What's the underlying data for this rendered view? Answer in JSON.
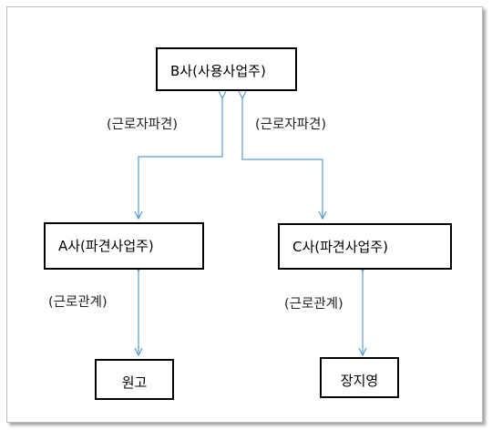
{
  "nodes": {
    "b_company": "B사(사용사업주)",
    "a_company": "A사(파견사업주)",
    "c_company": "C사(파견사업주)",
    "plaintiff": "원고",
    "jang_jiyoung": "장지영"
  },
  "edges": {
    "dispatch_left": "(근로자파견)",
    "dispatch_right": "(근로자파견)",
    "employment_left": "(근로관계)",
    "employment_right": "(근로관계)"
  },
  "colors": {
    "arrow": "#5b9bd5",
    "box_border": "#000000"
  }
}
